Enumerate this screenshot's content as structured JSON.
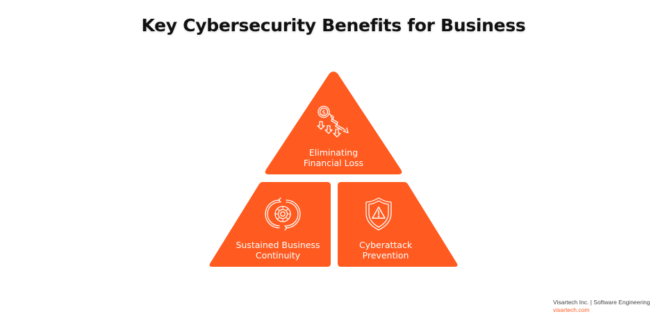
{
  "title": "Key Cybersecurity Benefits for Business",
  "colors": {
    "accent": "#ff5a1f",
    "text": "#111111",
    "icon": "#ffffff"
  },
  "segments": [
    {
      "id": "top",
      "label_line1": "Eliminating",
      "label_line2": "Financial Loss",
      "icon": "dollar-falling-arrows-icon"
    },
    {
      "id": "bottom-left",
      "label_line1": "Sustained Business",
      "label_line2": "Continuity",
      "icon": "gear-cycle-icon"
    },
    {
      "id": "bottom-right",
      "label_line1": "Cyberattack",
      "label_line2": "Prevention",
      "icon": "shield-warning-icon"
    }
  ],
  "footer": {
    "company": "Visartech Inc. | Software Engineering",
    "url": "visartech.com"
  }
}
